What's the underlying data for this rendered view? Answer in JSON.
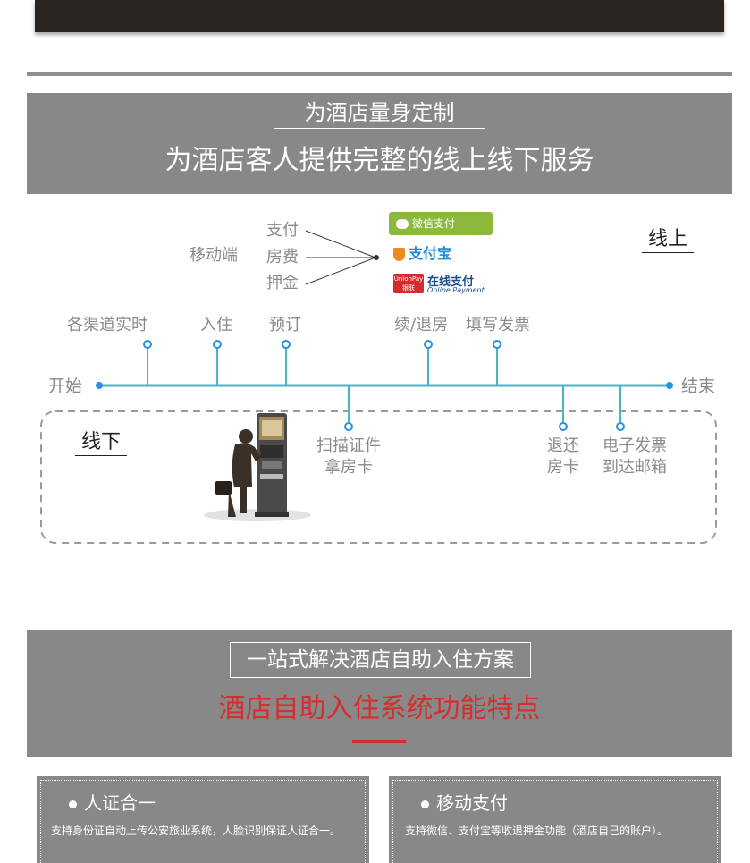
{
  "section1": {
    "boxed_title": "为酒店量身定制",
    "headline": "为酒店客人提供完整的线上线下服务"
  },
  "flow": {
    "mobile_label": "移动端",
    "mobile_items": [
      "支付",
      "房费",
      "押金"
    ],
    "payment_badges": {
      "wechat": "微信支付",
      "alipay": "支付宝",
      "unionpay_logo": "UnionPay 银联",
      "unionpay_text": "在线支付",
      "unionpay_sub": "Online Payment"
    },
    "online_label": "线上",
    "offline_label": "线下",
    "start_label": "开始",
    "end_label": "结束",
    "top_nodes": [
      "各渠道实时",
      "入住",
      "预订",
      "续/退房",
      "填写发票"
    ],
    "bottom_nodes": [
      {
        "line1": "扫描证件",
        "line2": "拿房卡"
      },
      {
        "line1": "退还",
        "line2": "房卡"
      },
      {
        "line1": "电子发票",
        "line2": "到达邮箱"
      }
    ],
    "colors": {
      "line": "#47b6c4",
      "node": "#2a8fe0",
      "text": "#8a8a8a"
    }
  },
  "section2": {
    "boxed_title": "一站式解决酒店自助入住方案",
    "headline": "酒店自助入住系统功能特点",
    "headline_color": "#d62d2d"
  },
  "features": [
    {
      "title": "人证合一",
      "desc": "支持身份证自动上传公安旅业系统，人脸识别保证人证合一。"
    },
    {
      "title": "移动支付",
      "desc": "支持微信、支付宝等收退押金功能（酒店自己的账户）。"
    }
  ]
}
